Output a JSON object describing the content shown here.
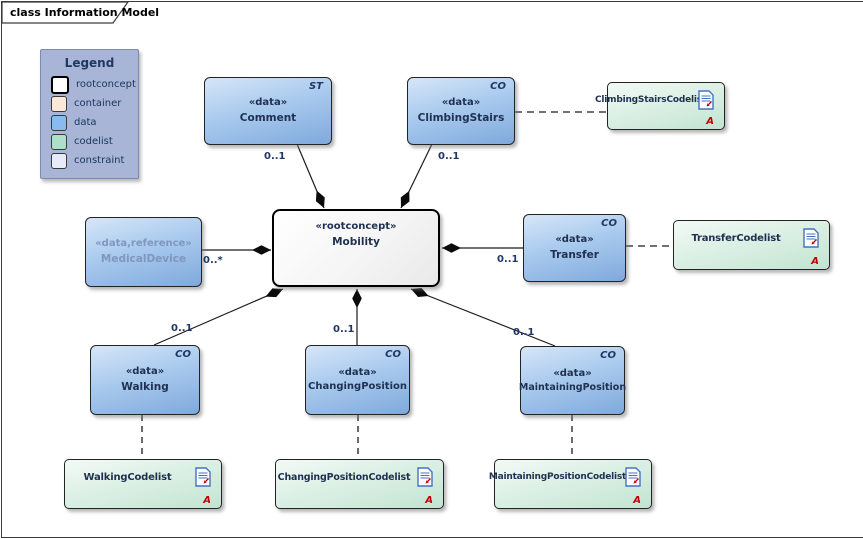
{
  "frame": {
    "title": "class Information Model"
  },
  "legend": {
    "title": "Legend",
    "items": [
      {
        "label": "rootconcept",
        "color": "#FFFFFF"
      },
      {
        "label": "container",
        "color": "#FAE8D8"
      },
      {
        "label": "data",
        "color": "#89BCEE"
      },
      {
        "label": "codelist",
        "color": "#AEE0C9"
      },
      {
        "label": "constraint",
        "color": "#E9EAF8"
      }
    ]
  },
  "mobility": {
    "stereotype": "«rootconcept»",
    "name": "Mobility"
  },
  "data_nodes": {
    "comment": {
      "stereotype": "«data»",
      "name": "Comment",
      "tag": "ST"
    },
    "climbingstairs": {
      "stereotype": "«data»",
      "name": "ClimbingStairs",
      "tag": "CO"
    },
    "medicaldevice": {
      "stereotype": "«data,reference»",
      "name": "MedicalDevice",
      "tag": ""
    },
    "transfer": {
      "stereotype": "«data»",
      "name": "Transfer",
      "tag": "CO"
    },
    "walking": {
      "stereotype": "«data»",
      "name": "Walking",
      "tag": "CO"
    },
    "changingposition": {
      "stereotype": "«data»",
      "name": "ChangingPosition",
      "tag": "CO"
    },
    "maintainingposition": {
      "stereotype": "«data»",
      "name": "MaintainingPosition",
      "tag": "CO"
    }
  },
  "codelists": {
    "climbingstairs": {
      "name": "ClimbingStairsCodelist",
      "badge": "A"
    },
    "transfer": {
      "name": "TransferCodelist",
      "badge": "A"
    },
    "walking": {
      "name": "WalkingCodelist",
      "badge": "A"
    },
    "changingposition": {
      "name": "ChangingPositionCodelist",
      "badge": "A"
    },
    "maintainingposition": {
      "name": "MaintainingPositionCodelist",
      "badge": "A"
    }
  },
  "multiplicities": {
    "comment": "0..1",
    "climbingstairs": "0..1",
    "medicaldevice": "0..*",
    "transfer": "0..1",
    "walking": "0..1",
    "changingposition": "0..1",
    "maintainingposition": "0..1"
  },
  "colors": {
    "data_fill": "#9CC3EC",
    "codelist_fill": "#CDEBDC",
    "rootconcept_fill": "#FFFFFF",
    "legend_bg": "#A9B5D6",
    "text_navy": "#1F3050",
    "badge_red": "#C00000",
    "icon_blue": "#4472C4"
  }
}
